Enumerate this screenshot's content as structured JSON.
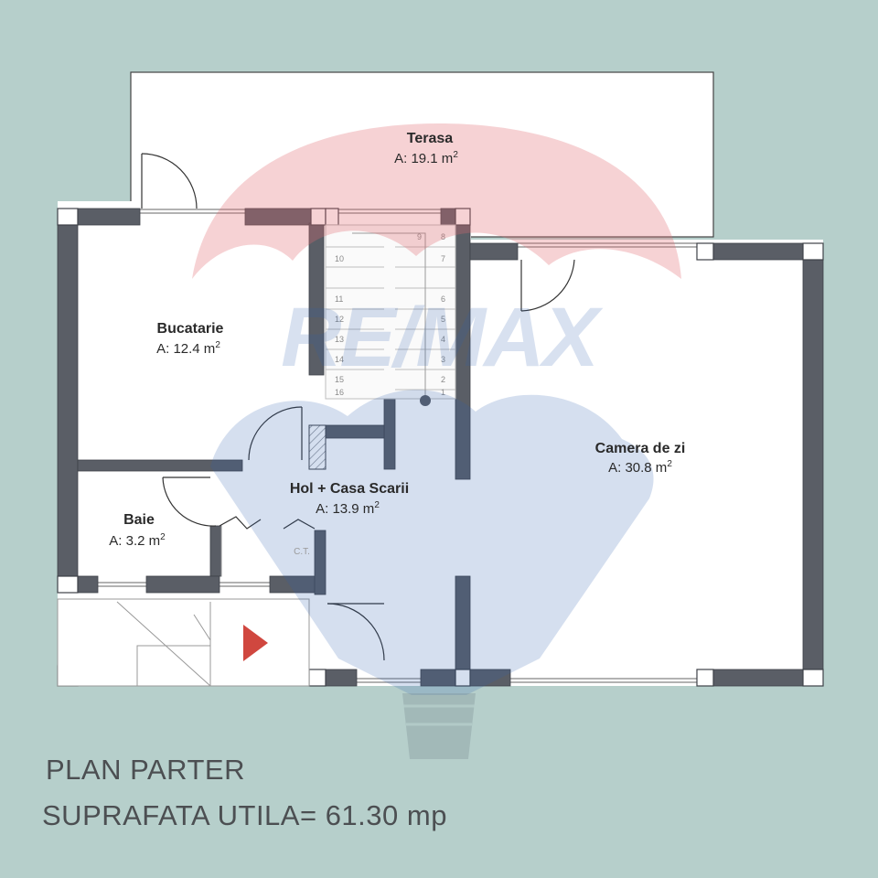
{
  "plan": {
    "title": "PLAN PARTER",
    "surface": "SUPRAFATA UTILA= 61.30 mp",
    "rooms": [
      {
        "key": "terasa",
        "name": "Terasa",
        "area": "A: 19.1 m",
        "sup": "2"
      },
      {
        "key": "bucatarie",
        "name": "Bucatarie",
        "area": "A: 12.4 m",
        "sup": "2"
      },
      {
        "key": "camera",
        "name": "Camera de zi",
        "area": "A: 30.8 m",
        "sup": "2"
      },
      {
        "key": "hol",
        "name": "Hol + Casa Scarii",
        "area": "A: 13.9 m",
        "sup": "2"
      },
      {
        "key": "baie",
        "name": "Baie",
        "area": "A: 3.2 m",
        "sup": "2"
      }
    ],
    "ct_label": "C.T.",
    "watermark": "RE/MAX",
    "stair_steps": [
      "10",
      "11",
      "12",
      "13",
      "14",
      "15",
      "16",
      "9",
      "8",
      "7",
      "6",
      "5",
      "4",
      "3",
      "2",
      "1"
    ]
  },
  "colors": {
    "background": "#b6cfcb",
    "wall": "#5a5e66",
    "arrow": "#d0473f",
    "watermark_red": "#e06a72",
    "watermark_blue": "#2c5fb0"
  }
}
